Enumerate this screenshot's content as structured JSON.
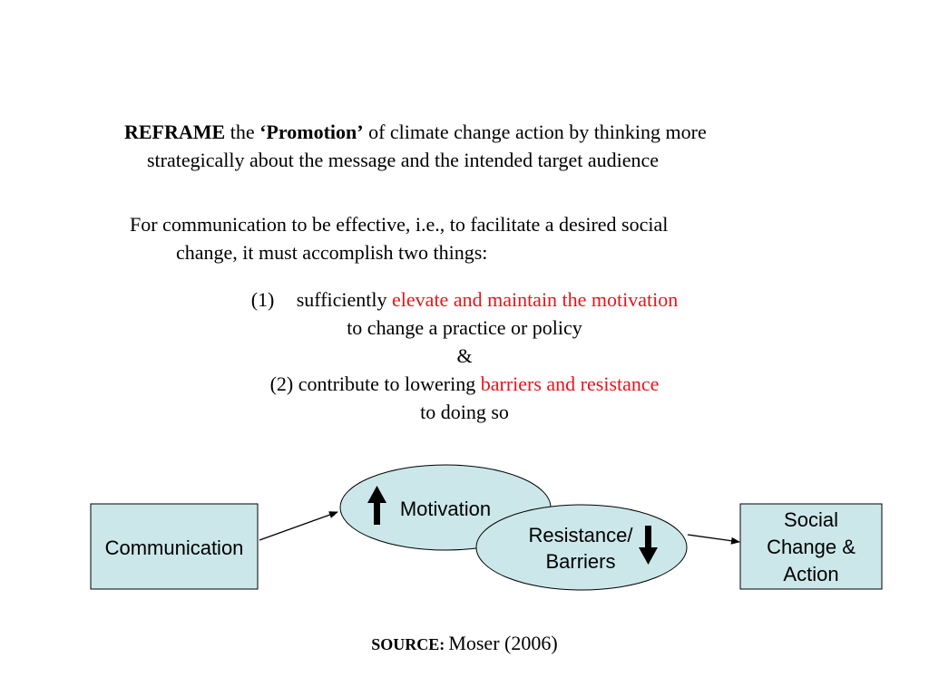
{
  "headline": {
    "reframe": "REFRAME",
    "the": "the",
    "promotion": "‘Promotion’",
    "rest1": "of climate change action by thinking more",
    "line2": "strategically about the message and the intended target audience"
  },
  "paragraph": {
    "line1": "For communication to be effective, i.e., to facilitate a desired social",
    "line2": "change, it must accomplish two things:"
  },
  "list": {
    "item1_num": "(1)",
    "item1_pre": "sufficiently",
    "item1_red": "elevate and maintain the motivation",
    "item1_post": "to change a practice or policy",
    "amp": "&",
    "item2_pre": "(2) contribute to lowering",
    "item2_red": "barriers and resistance",
    "item2_post": "to doing so"
  },
  "diagram": {
    "communication": "Communication",
    "motivation": "Motivation",
    "resistance_line1": "Resistance/",
    "resistance_line2": "Barriers",
    "social_line1": "Social",
    "social_line2": "Change &",
    "social_line3": "Action",
    "box_fill": "#cbe7ea",
    "arrow_up_icon": "arrow-up-icon",
    "arrow_down_icon": "arrow-down-icon"
  },
  "source": {
    "label": "SOURCE:",
    "value": "Moser (2006)"
  },
  "colors": {
    "accent_red": "#e8141b",
    "text": "#000000",
    "background": "#ffffff"
  }
}
